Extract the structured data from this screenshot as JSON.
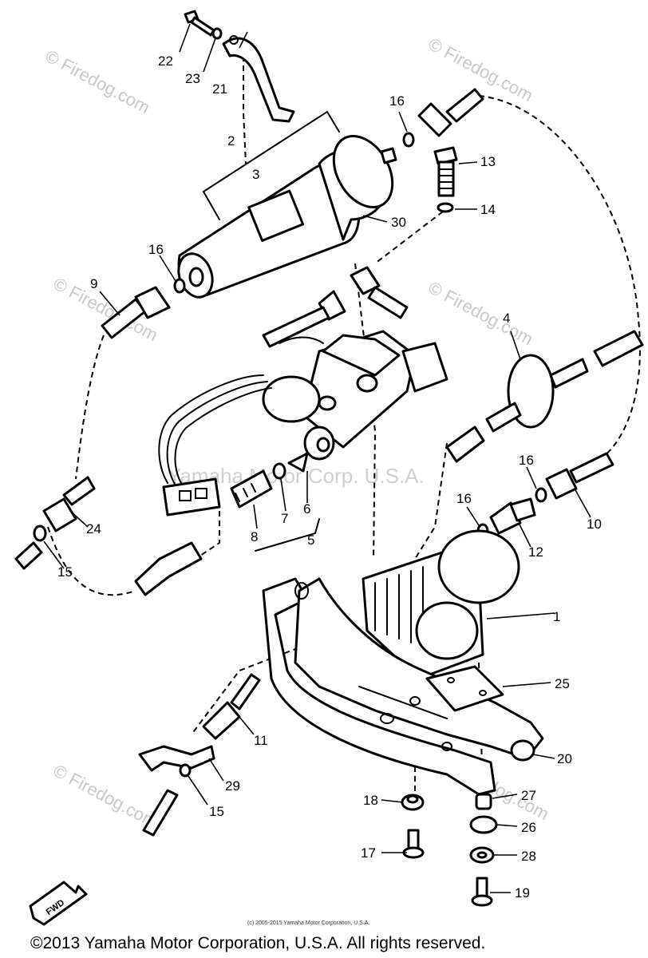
{
  "watermarks": {
    "corner": "© Firedog.com",
    "center": "Yamaha Motor Corp. U.S.A."
  },
  "callouts": [
    "1",
    "2",
    "3",
    "4",
    "5",
    "6",
    "7",
    "8",
    "9",
    "10",
    "11",
    "12",
    "13",
    "14",
    "15",
    "15",
    "16",
    "16",
    "16",
    "16",
    "17",
    "18",
    "19",
    "20",
    "21",
    "22",
    "23",
    "24",
    "25",
    "26",
    "27",
    "28",
    "29",
    "30"
  ],
  "fwd_label": "FWD",
  "small_copyright": "(c) 2005-2015 Yamaha Motor Corporation, U.S.A.",
  "footer_copyright": "©2013 Yamaha Motor Corporation, U.S.A. All rights reserved."
}
